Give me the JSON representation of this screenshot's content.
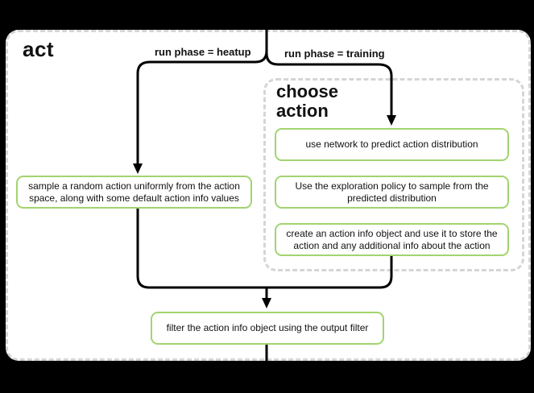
{
  "colors": {
    "background": "#000000",
    "canvas_fill": "#ffffff",
    "node_border_green": "#a2d46f",
    "dashed_border_gray": "#d5d5d5",
    "connector_black": "#000000",
    "text": "#111111"
  },
  "canvas": {
    "title": "act"
  },
  "group": {
    "title": "choose\naction"
  },
  "branches": {
    "heatup_label": "run phase = heatup",
    "training_label": "run phase = training"
  },
  "nodes": {
    "sample_random": {
      "text": "sample a random action uniformly from the action\nspace, along with some default action info values"
    },
    "predict": {
      "text": "use network to predict action distribution"
    },
    "explore": {
      "text": "Use the exploration policy to sample from the\npredicted distribution"
    },
    "create_info": {
      "text": "create an action info object and use it to store the\naction and any additional info about the action"
    },
    "filter": {
      "text": "filter the action info object using the output filter"
    }
  }
}
